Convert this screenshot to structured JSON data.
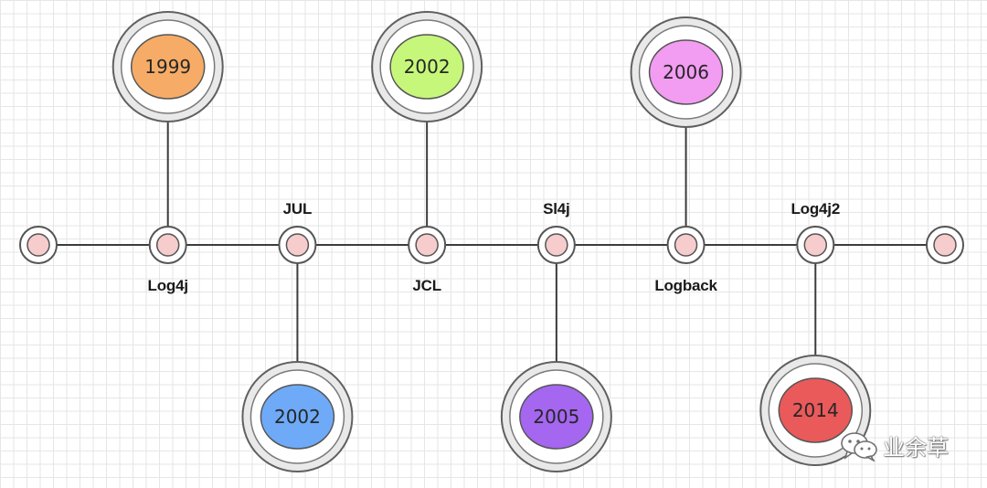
{
  "timeline": {
    "nodes": [
      {
        "id": "start",
        "label": "",
        "label_pos": "none"
      },
      {
        "id": "log4j",
        "label": "Log4j",
        "label_pos": "below",
        "year": "1999",
        "year_pos": "above",
        "color": "#f6ac66"
      },
      {
        "id": "jul",
        "label": "JUL",
        "label_pos": "above",
        "year": "2002",
        "year_pos": "below",
        "color": "#6eaaf7"
      },
      {
        "id": "jcl",
        "label": "JCL",
        "label_pos": "below",
        "year": "2002",
        "year_pos": "above",
        "color": "#c6f77a"
      },
      {
        "id": "sl4j",
        "label": "Sl4j",
        "label_pos": "above",
        "year": "2005",
        "year_pos": "below",
        "color": "#a566f0"
      },
      {
        "id": "logback",
        "label": "Logback",
        "label_pos": "below",
        "year": "2006",
        "year_pos": "above",
        "color": "#f29cf2"
      },
      {
        "id": "log4j2",
        "label": "Log4j2",
        "label_pos": "above",
        "year": "2014",
        "year_pos": "below",
        "color": "#ea5a5a"
      },
      {
        "id": "end",
        "label": "",
        "label_pos": "none"
      }
    ]
  },
  "watermark": {
    "text": "业余草",
    "icon": "wechat-icon"
  }
}
